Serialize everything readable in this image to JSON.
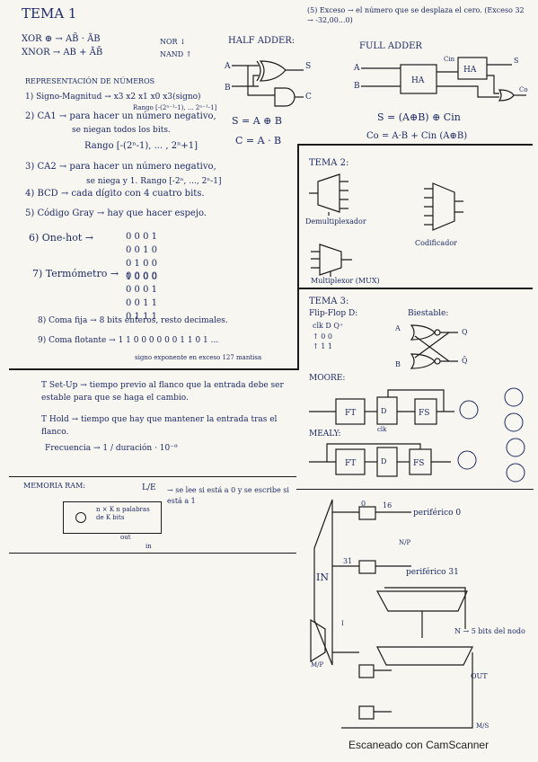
{
  "tema1": {
    "title": "TEMA 1",
    "xor": "XOR ⊕ → AB̄ · ĀB",
    "xnor": "XNOR → AB + ĀB̄",
    "nor": "NOR ↓",
    "nand": "NAND ↑",
    "half_adder": "HALF ADDER:",
    "full_adder": "FULL ADDER",
    "exceso": "(5) Exceso → el número que se desplaza el cero. (Exceso 32 → -32,00...0)",
    "sum_formula": "S = A ⊕ B",
    "carry_formula": "C = A · B",
    "fa_sum": "S = (A⊕B) ⊕ Cin",
    "fa_carry": "Co = A·B + Cin (A⊕B)",
    "repr_title": "REPRESENTACIÓN DE NÚMEROS",
    "repr1": "1) Signo-Magnitud → x3 x2 x1 x0  x3(signo)",
    "repr1_range": "Rango [-(2ⁿ⁻¹-1), ... 2ⁿ⁻¹-1]",
    "repr2": "2) CA1 → para hacer un número negativo,",
    "repr2b": "se niegan todos los bits.",
    "repr2_range": "Rango [-(2ⁿ-1), ... , 2ⁿ+1]",
    "repr3": "3) CA2 → para hacer un número negativo,",
    "repr3b": "se niega y 1. Rango [-2ⁿ, ..., 2ⁿ-1]",
    "repr4": "4) BCD → cada dígito con 4 cuatro bits.",
    "repr5": "5) Código Gray → hay que hacer espejo.",
    "repr6": "6) One-hot →",
    "onehot": [
      "0 0 0 1",
      "0 0 1 0",
      "0 1 0 0",
      "1 0 0 0"
    ],
    "repr7": "7) Termómetro →",
    "termo": [
      "0 0 0 0",
      "0 0 0 1",
      "0 0 1 1",
      "0 1 1 1"
    ],
    "repr8": "8) Coma fija → 8 bits enteros, resto decimales.",
    "repr9": "9) Coma flotante → 1 1 0 0 0 0 0 0 1  1 0 1 ...",
    "repr9_labels": "signo  exponente en exceso 127  mantisa"
  },
  "tema2": {
    "title": "TEMA 2:",
    "demux": "Demultiplexador",
    "coder": "Codificador",
    "mux": "Multiplexor (MUX)"
  },
  "tema3": {
    "title": "TEMA 3:",
    "flipflop": "Flip-Flop D:",
    "ff_header": "clk  D  Q⁺",
    "ff_rows": [
      "↑   0   0",
      "↑   1   1"
    ],
    "biestable": "Biestable:",
    "moore": "MOORE:",
    "mealy": "MEALY:",
    "ft": "FT",
    "fs": "FS",
    "clk": "clk"
  },
  "timing": {
    "tsetup": "T Set-Up → tiempo previo al flanco que la entrada debe ser estable para que se haga el cambio.",
    "thold": "T Hold → tiempo que hay que mantener la entrada tras el flanco.",
    "freq": "Frecuencia → 1 / duración · 10⁻⁹"
  },
  "ram": {
    "title": "MEMORIA RAM:",
    "le": "L/E",
    "le_note": "→ se lee si está a 0 y se escribe si está a 1",
    "box": "n × K  n palabras de K bits",
    "out": "out",
    "in": "in"
  },
  "bus": {
    "periferico0": "periférico 0",
    "periferico31": "periférico 31",
    "in": "IN",
    "out": "OUT",
    "n_bits": "N → 5 bits del nodo",
    "label_31": "31",
    "label_16": "16",
    "label_0": "0",
    "np": "N/P",
    "mp": "M/P",
    "ms": "M/S",
    "i": "I"
  },
  "footer": "Escaneado con CamScanner"
}
